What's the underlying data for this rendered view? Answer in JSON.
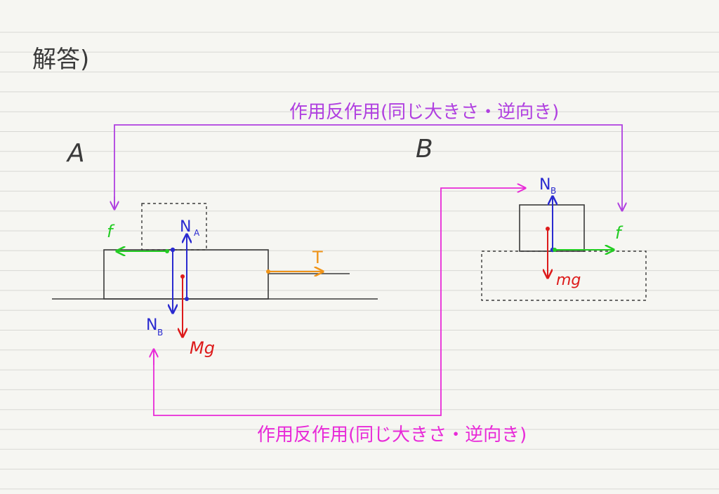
{
  "heading": "解答)",
  "labels": {
    "block_a": "A",
    "block_b": "B"
  },
  "pairs": {
    "top": "作用反作用(同じ大きさ・逆向き)",
    "bottom": "作用反作用(同じ大きさ・逆向き)"
  },
  "forces_a": {
    "friction": "f",
    "normal_a_main": "N",
    "normal_a_sub": "A",
    "normal_b_main": "N",
    "normal_b_sub": "B",
    "weight": "Mg",
    "tension": "T"
  },
  "forces_b": {
    "normal_b_main": "N",
    "normal_b_sub": "B",
    "weight": "mg",
    "friction": "f"
  },
  "colors": {
    "paper": "#f6f6f2",
    "rule": "#d8d8d4",
    "ink": "#3a3a3a",
    "purple": "#b040e0",
    "magenta": "#e82ad8",
    "green": "#22cc22",
    "blue": "#2a2ad0",
    "red": "#dd1a1a",
    "orange": "#f09418"
  }
}
